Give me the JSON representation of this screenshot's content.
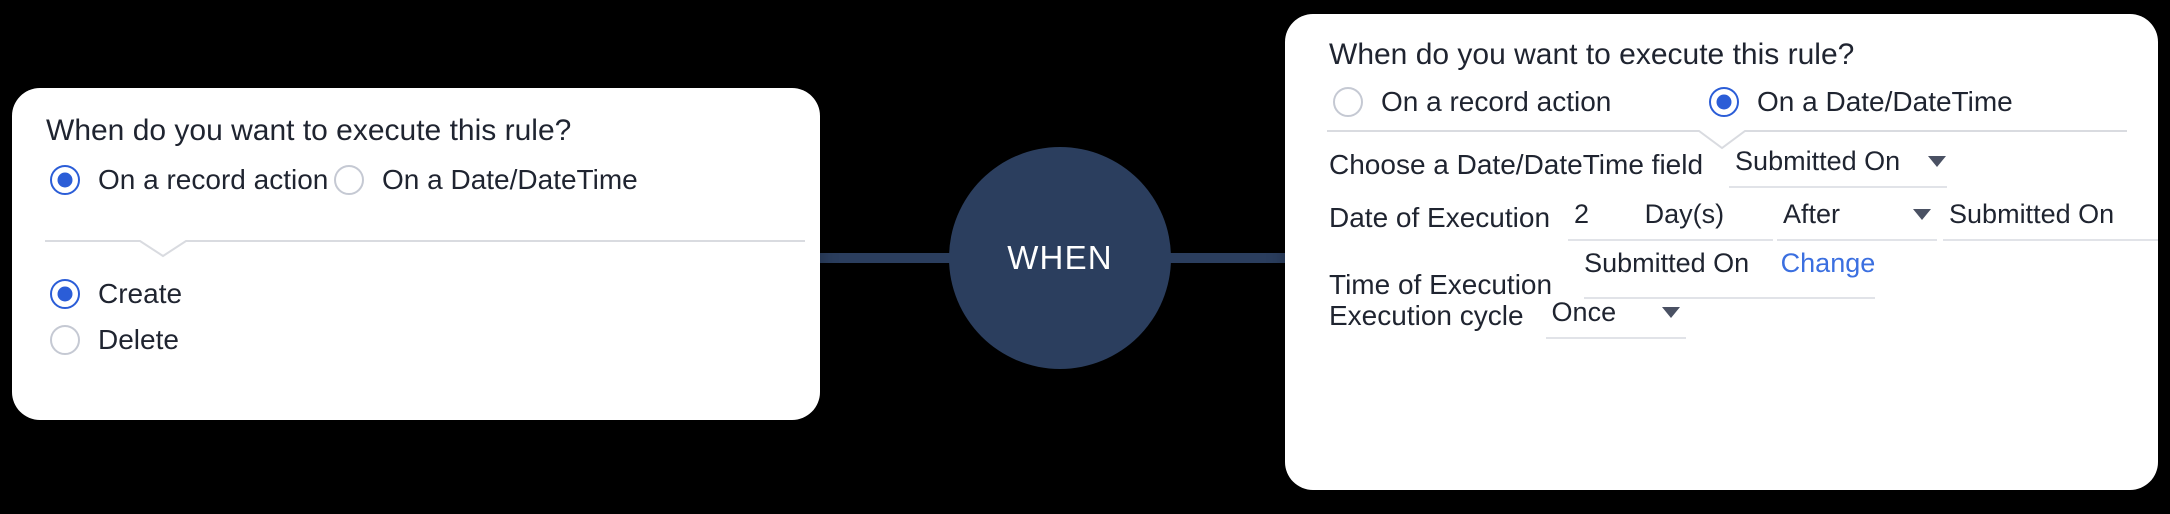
{
  "flow": {
    "node_label": "WHEN",
    "node_color": "#2B3E5E",
    "accent_color": "#2B5DD7",
    "link_color": "#3B6FE0"
  },
  "left_card": {
    "question": "When do you want to execute this rule?",
    "trigger_options": [
      {
        "label": "On a record action",
        "selected": true
      },
      {
        "label": "On a Date/DateTime",
        "selected": false
      }
    ],
    "record_actions": [
      {
        "label": "Create",
        "selected": true
      },
      {
        "label": "Delete",
        "selected": false
      }
    ]
  },
  "right_card": {
    "question": "When do you want to execute this rule?",
    "trigger_options": [
      {
        "label": "On a record action",
        "selected": false
      },
      {
        "label": "On a Date/DateTime",
        "selected": true
      }
    ],
    "fields": {
      "choose_field_label": "Choose a Date/DateTime field",
      "choose_field_value": "Submitted On",
      "date_of_execution_label": "Date of Execution",
      "date_of_execution_amount": "2",
      "date_of_execution_unit": "Day(s)",
      "date_of_execution_direction": "After",
      "date_of_execution_anchor": "Submitted On",
      "time_of_execution_label": "Time of Execution",
      "time_of_execution_value": "Submitted On",
      "time_of_execution_change": "Change",
      "execution_cycle_label": "Execution cycle",
      "execution_cycle_value": "Once"
    }
  }
}
